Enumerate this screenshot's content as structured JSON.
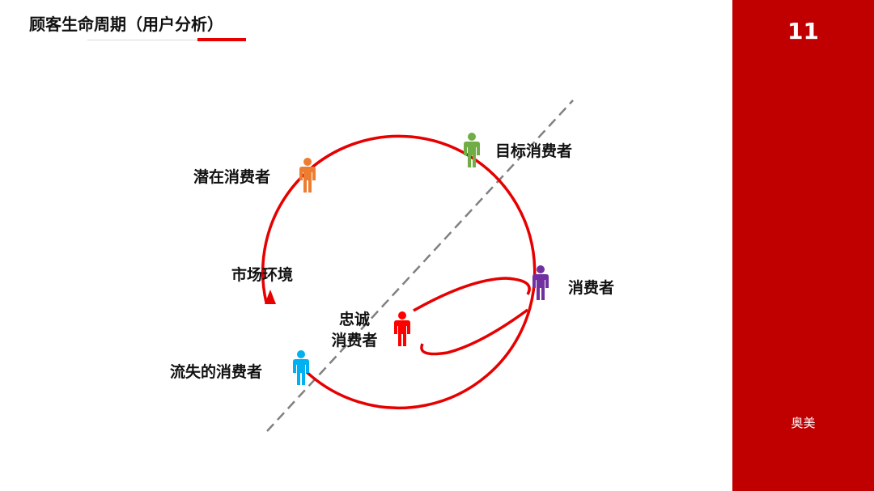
{
  "header": {
    "title": "顾客生命周期（用户分析）",
    "page_number": "11"
  },
  "sidebar": {
    "brand": "奥美",
    "color": "#c00000"
  },
  "diagram": {
    "loop_color": "#e60000",
    "divider_color": "#808080",
    "nodes": [
      {
        "id": "potential",
        "label": "潜在消费者",
        "icon": "person-icon",
        "color": "#ed7d31"
      },
      {
        "id": "target",
        "label": "目标消费者",
        "icon": "person-icon",
        "color": "#70ad47"
      },
      {
        "id": "consumer",
        "label": "消费者",
        "icon": "person-icon",
        "color": "#7030a0"
      },
      {
        "id": "loyal",
        "label_line1": "忠诚",
        "label_line2": "消费者",
        "icon": "person-icon",
        "color": "#ff0000"
      },
      {
        "id": "lost",
        "label": "流失的消费者",
        "icon": "person-icon",
        "color": "#00b0f0"
      }
    ],
    "environment_label": "市场环境"
  }
}
